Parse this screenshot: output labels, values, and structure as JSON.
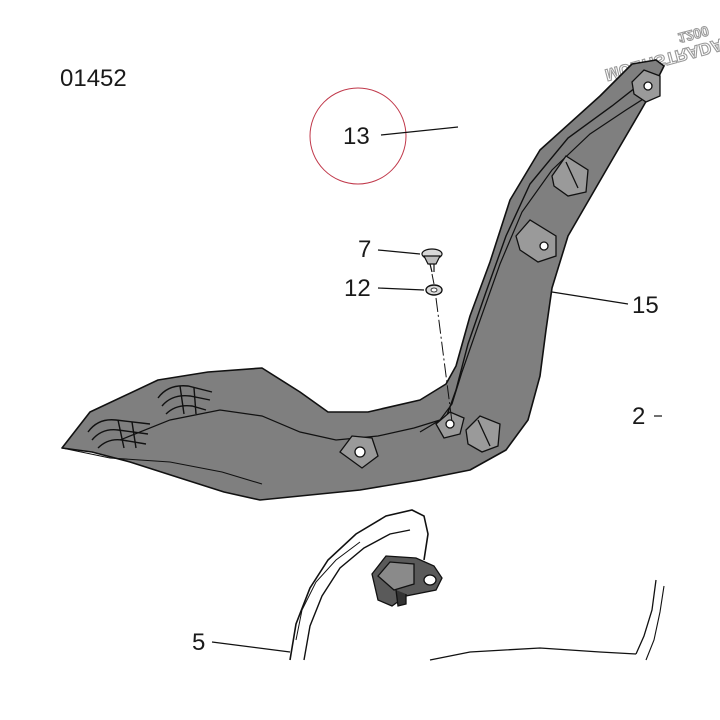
{
  "drawing_number": "01452",
  "callouts": {
    "c13": "13",
    "c7": "7",
    "c12": "12",
    "c15": "15",
    "c2": "2",
    "c5": "5"
  },
  "decal": {
    "line1": "MULTISTRADA",
    "line2": "1200"
  },
  "colors": {
    "part_fill": "#7f7f7f",
    "outline": "#111111",
    "highlight_circle": "#c0384a"
  }
}
